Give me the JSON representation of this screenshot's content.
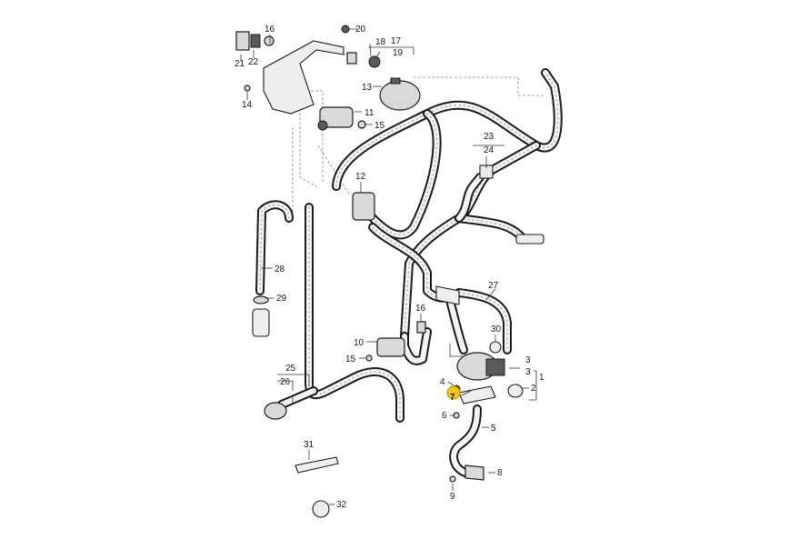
{
  "diagram": {
    "callouts": [
      "1",
      "2",
      "3",
      "3",
      "4",
      "5",
      "6",
      "7",
      "8",
      "9",
      "10",
      "11",
      "12",
      "13",
      "14",
      "15",
      "15",
      "16",
      "16",
      "17",
      "18",
      "19",
      "20",
      "21",
      "22",
      "23",
      "24",
      "25",
      "26",
      "27",
      "28",
      "29",
      "30",
      "31",
      "32"
    ],
    "highlight": {
      "label": "7",
      "color": "#f5c518"
    }
  }
}
